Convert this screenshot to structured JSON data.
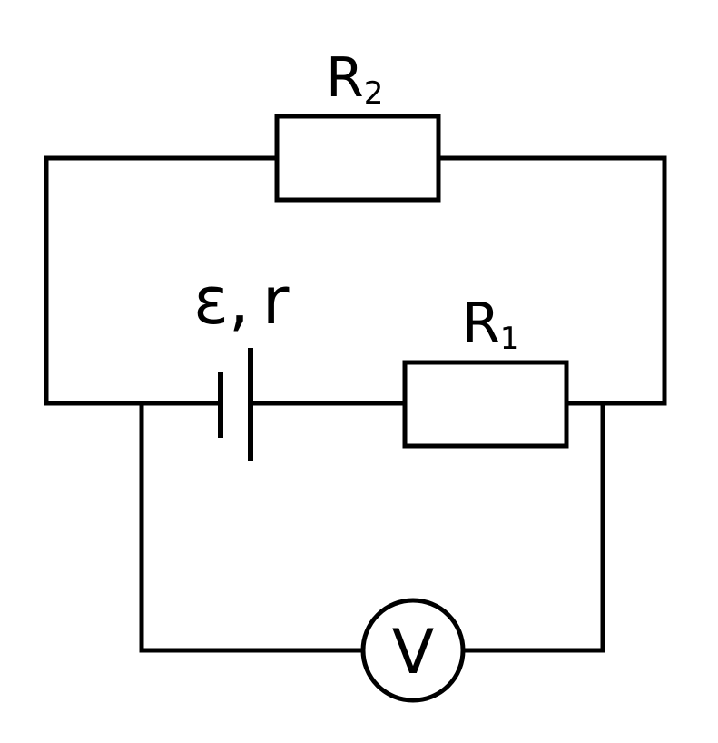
{
  "diagram": {
    "type": "circuit",
    "labels": {
      "r2": {
        "main": "R",
        "sub": "2"
      },
      "r1": {
        "main": "R",
        "sub": "1"
      },
      "source": {
        "emf": "ε",
        "sep": ",",
        "internal": "r"
      },
      "meter": "V"
    },
    "colors": {
      "stroke": "#000000",
      "background": "#ffffff"
    }
  }
}
